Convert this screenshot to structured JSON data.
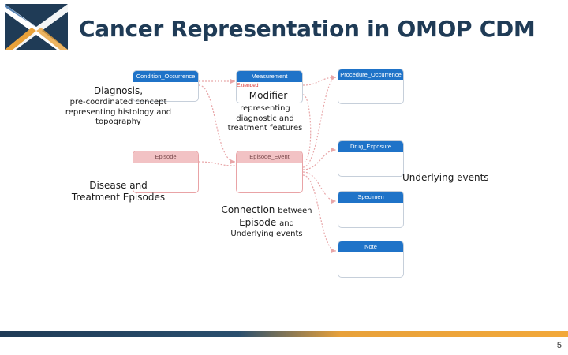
{
  "slide": {
    "title": "Cancer Representation in OMOP CDM",
    "page_number": "5"
  },
  "colors": {
    "title": "#1f3b56",
    "table_header_blue": "#1f73c8",
    "table_header_red": "#f2c2c4",
    "connector": "#e8a6a8",
    "logo_navy": "#1f3b56",
    "logo_gold": "#e8a13a",
    "footer_left": "#1f3b56",
    "footer_right": "#f0a03a"
  },
  "tables": {
    "condition_occurrence": "Condition_Occurrence",
    "measurement": "Measurement",
    "procedure_occurrence": "Procedure_Occurrence",
    "drug_exposure": "Drug_Exposure",
    "episode": "Episode",
    "episode_event": "Episode_Event",
    "specimen": "Specimen",
    "note": "Note"
  },
  "measurement_tag": "Extended",
  "labels": {
    "diagnosis": "Diagnosis,",
    "precoordinated": "pre-coordinated concept representing histology and topography",
    "disease_episodes": "Disease and Treatment Episodes",
    "modifier": "Modifier",
    "representing": "representing diagnostic and treatment features",
    "underlying_events": "Underlying events",
    "connection_word": "Connection",
    "connection_between": "between",
    "episode_word": "Episode",
    "and_word": "and",
    "underlying_events_small": "Underlying events"
  }
}
